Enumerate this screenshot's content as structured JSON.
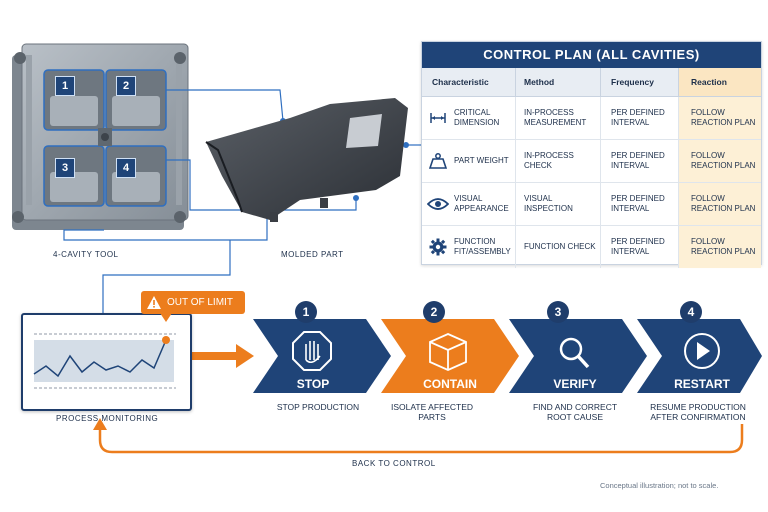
{
  "tool": {
    "label": "4-Cavity Tool",
    "cavities": [
      "1",
      "2",
      "3",
      "4"
    ]
  },
  "part": {
    "label": "Molded Part"
  },
  "control_plan": {
    "title": "CONTROL PLAN (ALL CAVITIES)",
    "headers": [
      "Characteristic",
      "Method",
      "Frequency",
      "Reaction"
    ],
    "rows": [
      {
        "icon": "caliper-icon",
        "characteristic": "Critical Dimension",
        "method": "In-Process Measurement",
        "frequency": "Per Defined Interval",
        "reaction": "Follow Reaction Plan"
      },
      {
        "icon": "weight-icon",
        "characteristic": "Part Weight",
        "method": "In-Process Check",
        "frequency": "Per Defined Interval",
        "reaction": "Follow Reaction Plan"
      },
      {
        "icon": "eye-icon",
        "characteristic": "Visual Appearance",
        "method": "Visual Inspection",
        "frequency": "Per Defined Interval",
        "reaction": "Follow Reaction Plan"
      },
      {
        "icon": "gear-icon",
        "characteristic": "Function Fit/Assembly",
        "method": "Function Check",
        "frequency": "Per Defined Interval",
        "reaction": "Follow Reaction Plan"
      }
    ]
  },
  "monitor": {
    "label": "Process Monitoring",
    "alert": "OUT OF LIMIT"
  },
  "steps": [
    {
      "number": "1",
      "label": "STOP",
      "icon": "stop-hand-icon",
      "description": "Stop Production",
      "color": "#1f4478"
    },
    {
      "number": "2",
      "label": "CONTAIN",
      "icon": "box-icon",
      "description": "Isolate Affected Parts",
      "color": "#ec7d1d"
    },
    {
      "number": "3",
      "label": "VERIFY",
      "icon": "magnifier-icon",
      "description": "Find and Correct Root Cause",
      "color": "#1f4478"
    },
    {
      "number": "4",
      "label": "RESTART",
      "icon": "play-icon",
      "description": "Resume Production after Confirmation",
      "color": "#1f4478"
    }
  ],
  "loop_label": "Back to Control",
  "footnote": "Conceptual illustration; not to scale.",
  "colors": {
    "navy": "#1f4478",
    "orange": "#ec7d1d",
    "reaction": "#fdf0d6"
  }
}
